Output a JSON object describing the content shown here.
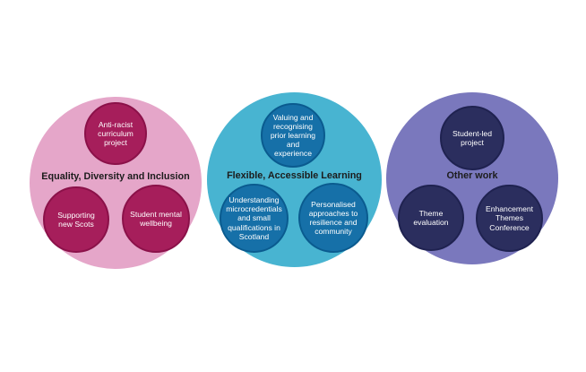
{
  "groups": [
    {
      "title": "Equality, Diversity and Inclusion",
      "items": [
        "Anti-racist curriculum project",
        "Supporting new Scots",
        "Student mental wellbeing"
      ]
    },
    {
      "title": "Flexible, Accessible Learning",
      "items": [
        "Valuing and recognising prior learning and experience",
        "Understanding microcredentials and small qualifications in Scotland",
        "Personalised approaches to resilience and community"
      ]
    },
    {
      "title": "Other work",
      "items": [
        "Student-led project",
        "Theme evaluation",
        "Enhancement Themes Conference"
      ]
    }
  ],
  "colors": {
    "group_1_fill": "#e5a6c9",
    "group_1_node": "#a61e5b",
    "group_2_fill": "#48b4d1",
    "group_2_node": "#1670a8",
    "group_3_fill": "#7a78bd",
    "group_3_node": "#2b2e5e",
    "title_text": "#1c1c1c",
    "node_text": "#ffffff"
  }
}
